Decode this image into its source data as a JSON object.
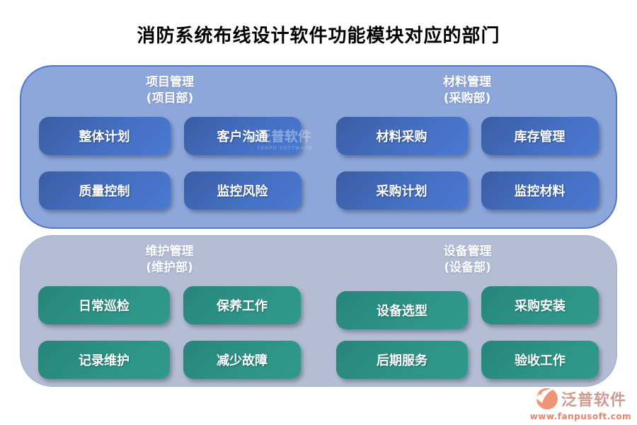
{
  "title": "消防系统布线设计软件功能模块对应的部门",
  "panels": [
    {
      "groups": [
        {
          "name": "项目管理",
          "dept": "(项目部)",
          "modules": [
            "整体计划",
            "客户沟通",
            "质量控制",
            "监控风险"
          ]
        },
        {
          "name": "材料管理",
          "dept": "(采购部)",
          "modules": [
            "材料采购",
            "库存管理",
            "采购计划",
            "监控材料"
          ]
        }
      ]
    },
    {
      "groups": [
        {
          "name": "维护管理",
          "dept": "(维护部)",
          "modules": [
            "日常巡检",
            "保养工作",
            "记录维护",
            "减少故障"
          ]
        },
        {
          "name": "设备管理",
          "dept": "(设备部)",
          "modules": [
            "设备选型",
            "采购安装",
            "后期服务",
            "验收工作"
          ]
        }
      ]
    }
  ],
  "watermark": {
    "text": "泛普软件",
    "subtext": "FANPU SOFTWARE"
  },
  "footer": {
    "brand": "泛普软件",
    "url": "www.fanpusoft.com"
  },
  "colors": {
    "top_panel": "#8ea7db",
    "top_panel_border": "#4f76c9",
    "bottom_panel": "#b4bdd5",
    "module_blue": "#4472c4",
    "module_green": "#2e9488",
    "brand_salmon": "#ee9478"
  }
}
